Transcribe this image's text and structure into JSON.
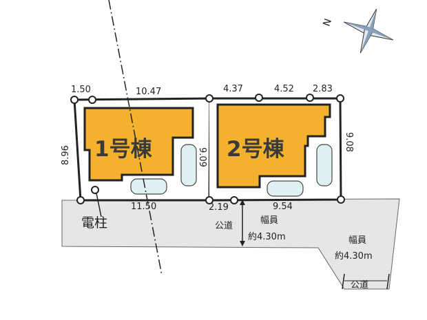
{
  "lots": [
    {
      "label": "1号棟",
      "dims": {
        "top_left": "1.50",
        "top": "10.47",
        "left": "8.96",
        "right": "9.09",
        "bottom": "11.50"
      }
    },
    {
      "label": "2号棟",
      "dims": {
        "top": [
          "4.37",
          "4.52",
          "2.83"
        ],
        "right": "9.08",
        "bottom_left": "2.19",
        "bottom": "9.54"
      }
    }
  ],
  "utility_pole": "電柱",
  "roads": [
    {
      "type": "公道",
      "width_label": "幅員",
      "width": "約4.30m"
    },
    {
      "type": "公道",
      "width_label": "幅員",
      "width": "約4.30m"
    }
  ],
  "compass": {
    "north": "N"
  },
  "colors": {
    "building": "#f3b12e",
    "road": "#e6e6e6",
    "outline": "#222222"
  }
}
